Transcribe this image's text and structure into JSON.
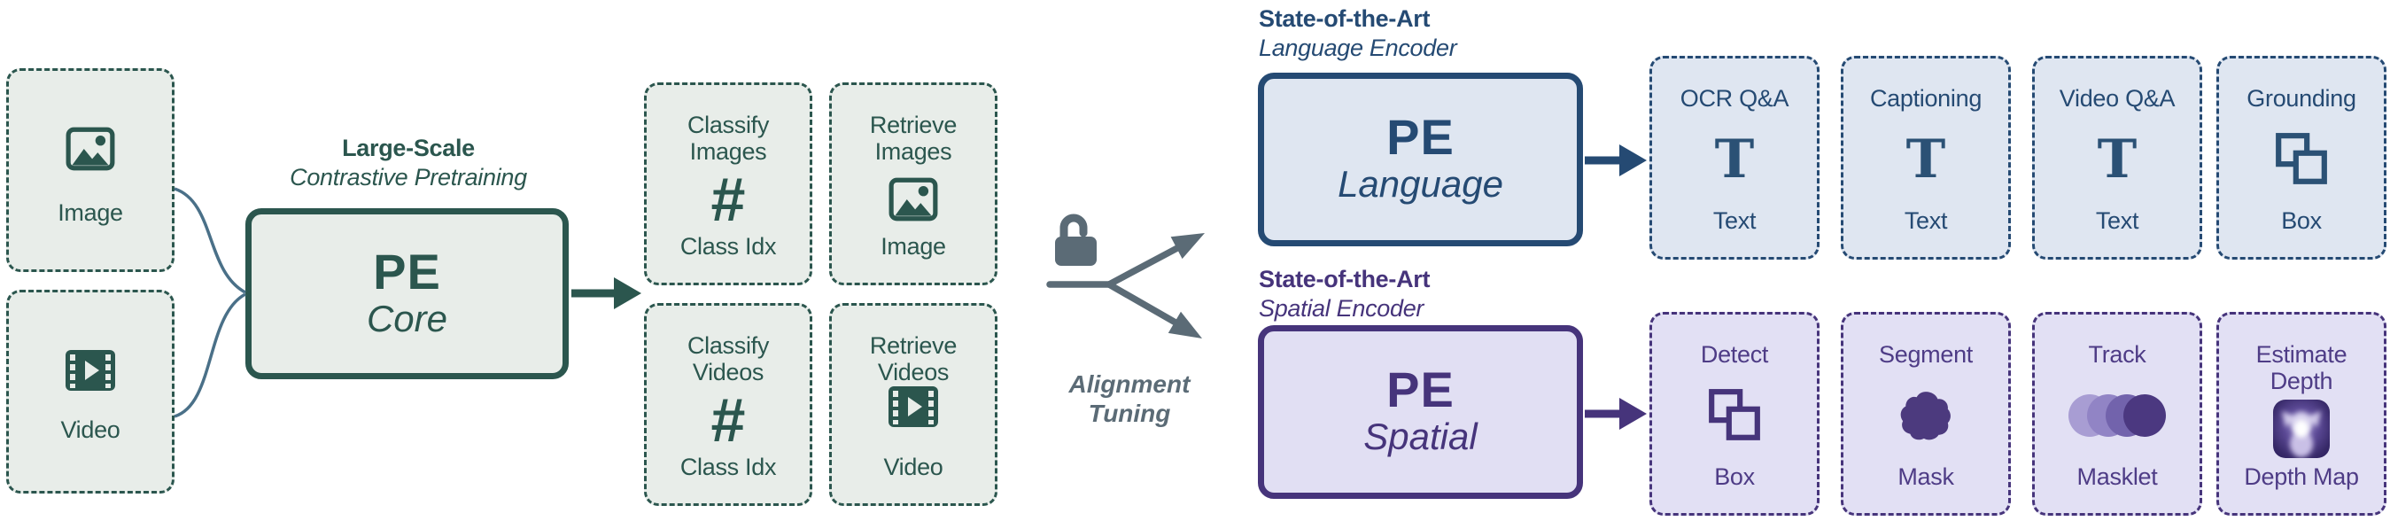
{
  "palette": {
    "teal": "#2B564E",
    "teal_fill": "#E8EDE9",
    "navy": "#254A73",
    "navy_fill": "#DFE6F1",
    "purple": "#46347B",
    "purple_fill": "#E2E0F4",
    "gray": "#5B6B76",
    "connector_blue": "#4A7088",
    "background": "#FFFFFF"
  },
  "inputs": {
    "image": {
      "label": "Image",
      "icon": "image-icon"
    },
    "video": {
      "label": "Video",
      "icon": "video-icon"
    }
  },
  "pretraining": {
    "header_bold": "Large-Scale",
    "header_italic": "Contrastive Pretraining",
    "box_title": "PE",
    "box_subtitle": "Core"
  },
  "core_tasks": [
    {
      "title_lines": [
        "Classify",
        "Images"
      ],
      "icon": "hash-icon",
      "label": "Class Idx"
    },
    {
      "title_lines": [
        "Retrieve",
        "Images"
      ],
      "icon": "image-icon",
      "label": "Image"
    },
    {
      "title_lines": [
        "Classify",
        "Videos"
      ],
      "icon": "hash-icon",
      "label": "Class Idx"
    },
    {
      "title_lines": [
        "Retrieve",
        "Videos"
      ],
      "icon": "video-icon",
      "label": "Video"
    }
  ],
  "alignment": {
    "icon": "unlock-icon",
    "label_lines": [
      "Alignment",
      "Tuning"
    ]
  },
  "language": {
    "header_bold": "State-of-the-Art",
    "header_italic": "Language Encoder",
    "box_title": "PE",
    "box_subtitle": "Language",
    "tasks": [
      {
        "title_lines": [
          "OCR Q&A"
        ],
        "icon": "text-icon",
        "label": "Text"
      },
      {
        "title_lines": [
          "Captioning"
        ],
        "icon": "text-icon",
        "label": "Text"
      },
      {
        "title_lines": [
          "Video Q&A"
        ],
        "icon": "text-icon",
        "label": "Text"
      },
      {
        "title_lines": [
          "Grounding"
        ],
        "icon": "box-overlap-icon",
        "label": "Box"
      }
    ]
  },
  "spatial": {
    "header_bold": "State-of-the-Art",
    "header_italic": "Spatial Encoder",
    "box_title": "PE",
    "box_subtitle": "Spatial",
    "tasks": [
      {
        "title_lines": [
          "Detect"
        ],
        "icon": "box-overlap-icon",
        "label": "Box"
      },
      {
        "title_lines": [
          "Segment"
        ],
        "icon": "mask-icon",
        "label": "Mask"
      },
      {
        "title_lines": [
          "Track"
        ],
        "icon": "masklet-icon",
        "label": "Masklet"
      },
      {
        "title_lines": [
          "Estimate",
          "Depth"
        ],
        "icon": "depth-map-icon",
        "label": "Depth Map"
      }
    ]
  }
}
